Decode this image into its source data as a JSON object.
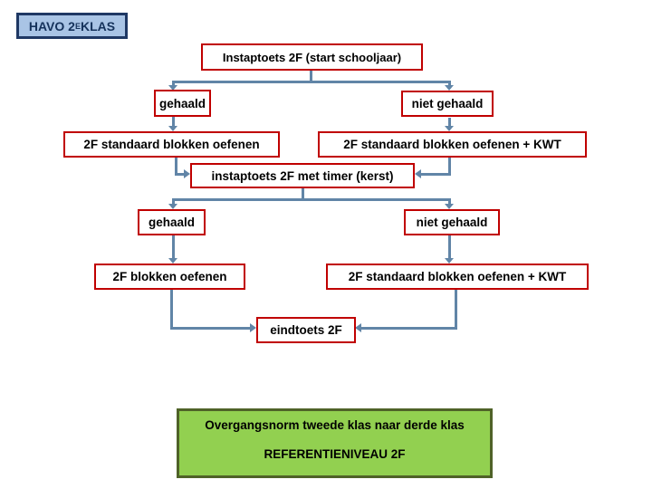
{
  "colors": {
    "connector": "#6185a7",
    "red_box_border": "#c00000",
    "havo_fill": "#a9c4e5",
    "havo_border": "#1f3864",
    "green_fill": "#92d050",
    "green_border": "#4f6228",
    "text": "#000000"
  },
  "nodes": {
    "havo": {
      "prefix": "HAVO 2",
      "sup": "E",
      "suffix": " KLAS"
    },
    "instaptoets_start": {
      "label": "Instaptoets 2F (start schooljaar)"
    },
    "gehaald_1": {
      "label": "gehaald"
    },
    "niet_gehaald_1": {
      "label": "niet gehaald"
    },
    "standaard_blokken_1": {
      "label": "2F standaard blokken oefenen"
    },
    "standaard_blokken_kwt_1": {
      "label": "2F standaard blokken oefenen + KWT"
    },
    "instaptoets_timer": {
      "label": "instaptoets 2F met timer (kerst)"
    },
    "gehaald_2": {
      "label": "gehaald"
    },
    "niet_gehaald_2": {
      "label": "niet gehaald"
    },
    "blokken_oefenen_2": {
      "label": "2F blokken oefenen"
    },
    "standaard_blokken_kwt_2": {
      "label": "2F standaard blokken oefenen + KWT"
    },
    "eindtoets": {
      "label": "eindtoets 2F"
    },
    "overgangsnorm": {
      "title": "Overgangsnorm tweede klas naar derde klas",
      "subtitle": "REFERENTIENIVEAU 2F"
    }
  }
}
